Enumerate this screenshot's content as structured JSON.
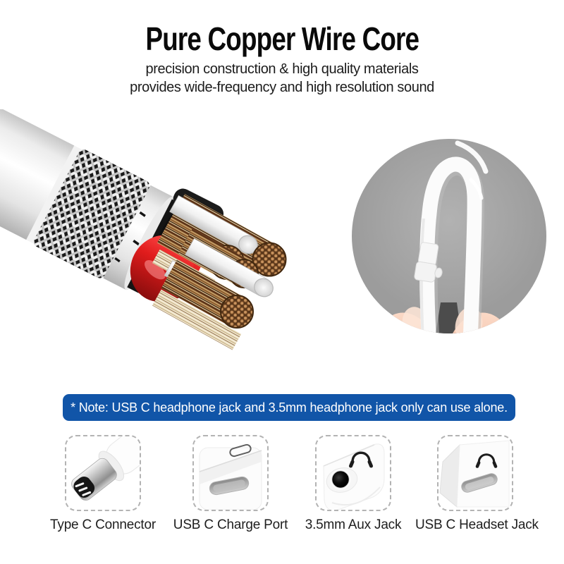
{
  "header": {
    "title": "Pure Copper Wire Core",
    "subtitle_line1": "precision construction & high quality materials",
    "subtitle_line2": "provides wide-frequency and high resolution sound"
  },
  "hero": {
    "main_image": "cable-cutaway-image",
    "inset_image": "cable-bend-flex-inset-image"
  },
  "note": {
    "text": "* Note: USB C headphone jack and 3.5mm headphone jack only can use alone."
  },
  "features": [
    {
      "label": "Type C Connector",
      "icon": "usb-c-plug-image"
    },
    {
      "label": "USB C Charge Port",
      "icon": "usb-c-charge-port-image"
    },
    {
      "label": "3.5mm Aux Jack",
      "icon": "aux-3-5mm-jack-image"
    },
    {
      "label": "USB C Headset Jack",
      "icon": "usb-c-headset-jack-image"
    }
  ],
  "colors": {
    "note_bg": "#1155a8",
    "note_text": "#ffffff",
    "inset_bg": "#a8a8a8",
    "copper_strand": "#c8935e",
    "red_insulation": "#e01c1c"
  }
}
